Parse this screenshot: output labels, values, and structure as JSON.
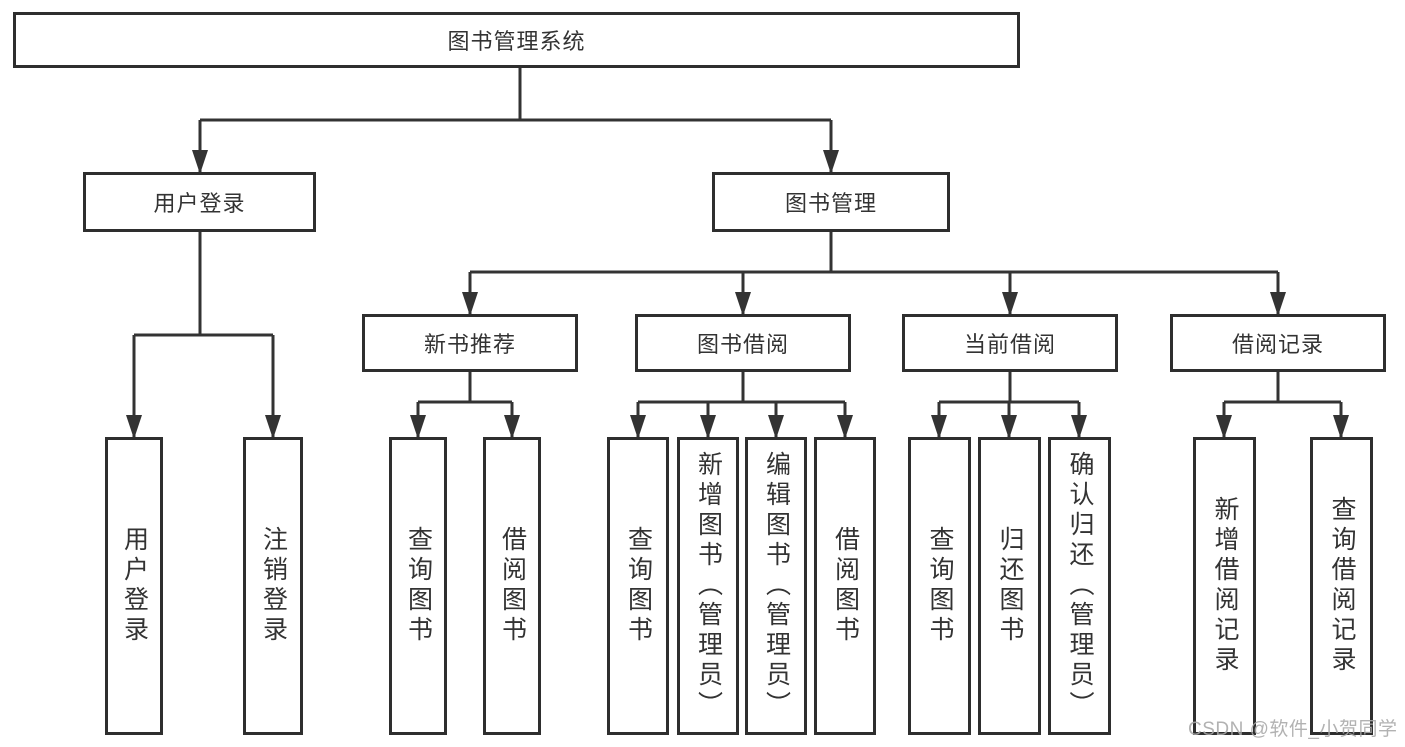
{
  "diagram_type": "hierarchy-tree",
  "nodes": {
    "root": {
      "label": "图书管理系统"
    },
    "level2": [
      {
        "id": "user-login",
        "label": "用户登录"
      },
      {
        "id": "book-management",
        "label": "图书管理"
      }
    ],
    "level3": [
      {
        "id": "new-book-recommend",
        "label": "新书推荐"
      },
      {
        "id": "book-borrowing",
        "label": "图书借阅"
      },
      {
        "id": "current-borrowing",
        "label": "当前借阅"
      },
      {
        "id": "borrowing-records",
        "label": "借阅记录"
      }
    ],
    "level4": {
      "user_login": [
        {
          "label": "用户登录"
        },
        {
          "label": "注销登录"
        }
      ],
      "new_book_recommend": [
        {
          "label": "查询图书"
        },
        {
          "label": "借阅图书"
        }
      ],
      "book_borrowing": [
        {
          "label": "查询图书"
        },
        {
          "label": "新增图书（管理员）"
        },
        {
          "label": "编辑图书（管理员）"
        },
        {
          "label": "借阅图书"
        }
      ],
      "current_borrowing": [
        {
          "label": "查询图书"
        },
        {
          "label": "归还图书"
        },
        {
          "label": "确认归还（管理员）"
        }
      ],
      "borrowing_records": [
        {
          "label": "新增借阅记录"
        },
        {
          "label": "查询借阅记录"
        }
      ]
    }
  },
  "watermark": {
    "text": "CSDN @软件_小贺同学",
    "color": "#a8a8a8"
  },
  "colors": {
    "line": "#333333",
    "box_border": "#2e2e2e",
    "text": "#333333",
    "background": "#ffffff",
    "watermark": "#a8a8a8"
  }
}
